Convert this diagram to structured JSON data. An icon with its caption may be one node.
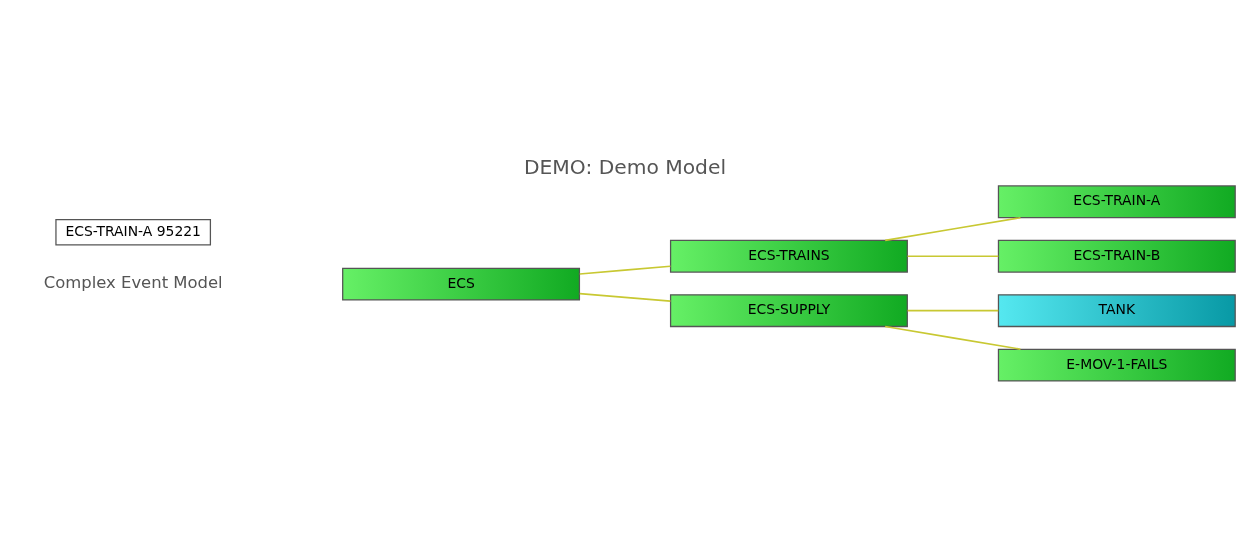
{
  "diagram": {
    "title": "DEMO: Demo Model",
    "nodes": [
      {
        "text": [
          "ECS"
        ]
      },
      {
        "text": [
          "ECS-TRAINS"
        ]
      },
      {
        "text": [
          "ECS-SUPPLY"
        ]
      },
      {
        "text": [
          "ECS-TRAIN-A"
        ]
      },
      {
        "text": [
          "ECS-TRAIN-B"
        ]
      },
      {
        "text": [
          "TANK"
        ]
      },
      {
        "text": [
          "E-MOV-1-FAILS"
        ]
      }
    ],
    "edges": [
      {
        "from": 0,
        "to": 1,
        "arrow": "none"
      },
      {
        "from": 0,
        "to": 2,
        "arrow": "none"
      },
      {
        "from": 1,
        "to": 3,
        "arrow": "none"
      },
      {
        "from": 1,
        "to": 4,
        "arrow": "none"
      },
      {
        "from": 2,
        "to": 5,
        "arrow": "none"
      },
      {
        "from": 2,
        "to": 6,
        "arrow": "none"
      }
    ],
    "labels": [
      "Complex Event Model",
      "ECS-TRAIN-A 95221"
    ]
  }
}
